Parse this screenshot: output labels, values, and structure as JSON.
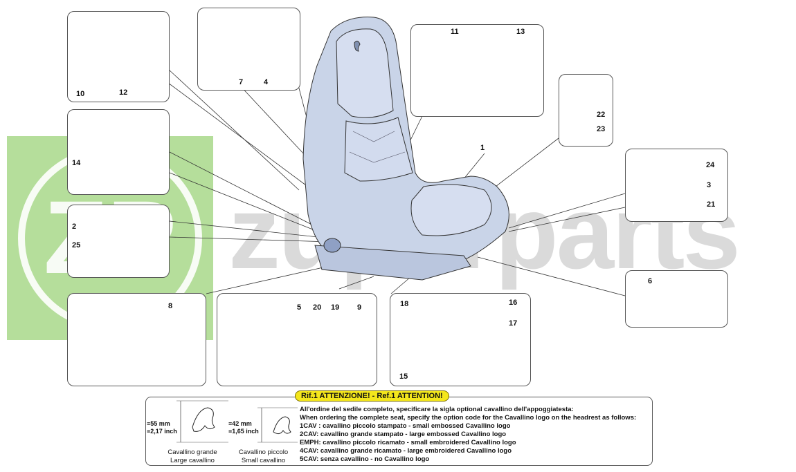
{
  "watermark": {
    "text": "zuperparts",
    "mark": "ZP",
    "color": "#a8d88a"
  },
  "parts": {
    "p1": "1",
    "p2": "2",
    "p3": "3",
    "p4": "4",
    "p5": "5",
    "p6": "6",
    "p7": "7",
    "p8": "8",
    "p9": "9",
    "p10": "10",
    "p11": "11",
    "p12": "12",
    "p13": "13",
    "p14": "14",
    "p15": "15",
    "p16": "16",
    "p17": "17",
    "p18": "18",
    "p19": "19",
    "p20": "20",
    "p21": "21",
    "p22": "22",
    "p23": "23",
    "p24": "24",
    "p25": "25"
  },
  "note": {
    "title": "Rif.1 ATTENZIONE! - Ref.1 ATTENTION!",
    "lines": [
      "All'ordine del sedile completo, specificare la sigla optional cavallino dell'appoggiatesta:",
      "When ordering the complete seat, specify the option code for the Cavallino logo on the headrest as follows:",
      "1CAV : cavallino piccolo stampato - small embossed Cavallino logo",
      "2CAV: cavallino grande stampato - large embossed Cavallino logo",
      "EMPH: cavallino piccolo ricamato - small embroidered Cavallino logo",
      "4CAV: cavallino grande ricamato - large embroidered Cavallino logo",
      "5CAV: senza cavallino - no Cavallino logo"
    ],
    "large": {
      "dim1": "≡55 mm",
      "dim2": "≡2,17 inch",
      "cap1": "Cavallino grande",
      "cap2": "Large cavallino"
    },
    "small": {
      "dim1": "≡42 mm",
      "dim2": "≡1,65 inch",
      "cap1": "Cavallino piccolo",
      "cap2": "Small cavallino"
    }
  },
  "colors": {
    "part_fill": "#c9d4e8",
    "part_stroke": "#333333",
    "note_highlight": "#f4e61c"
  }
}
